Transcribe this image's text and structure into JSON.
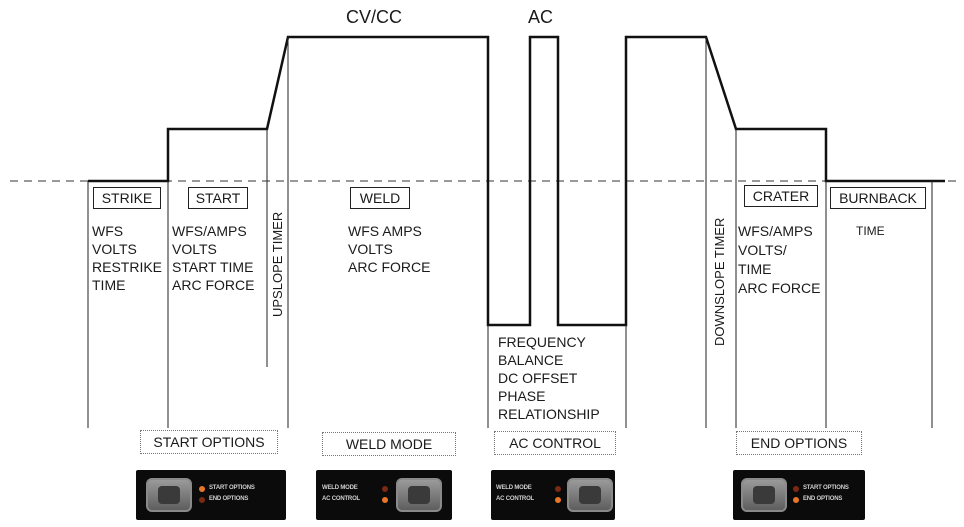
{
  "top_labels": {
    "cv_cc": "CV/CC",
    "ac": "AC"
  },
  "phases": {
    "strike": {
      "label": "STRIKE",
      "params": "WFS\nVOLTS\nRESTRIKE\nTIME"
    },
    "start": {
      "label": "START",
      "params": "WFS/AMPS\nVOLTS\nSTART TIME\nARC FORCE"
    },
    "upslope": {
      "label": "UPSLOPE TIMER"
    },
    "weld": {
      "label": "WELD",
      "params": "WFS AMPS\nVOLTS\nARC FORCE"
    },
    "ac": {
      "params": "FREQUENCY\nBALANCE\nDC OFFSET\nPHASE\nRELATIONSHIP"
    },
    "downslope": {
      "label": "DOWNSLOPE TIMER"
    },
    "crater": {
      "label": "CRATER",
      "params": "WFS/AMPS\nVOLTS/\nTIME\nARC FORCE"
    },
    "burnback": {
      "label": "BURNBACK",
      "params": "TIME"
    }
  },
  "options": {
    "start_options": "START OPTIONS",
    "weld_mode": "WELD MODE",
    "ac_control": "AC CONTROL",
    "end_options": "END OPTIONS"
  },
  "panels": {
    "start": {
      "line1": "START OPTIONS",
      "line2": "END OPTIONS"
    },
    "weld": {
      "line1": "WELD MODE",
      "line2": "AC CONTROL"
    },
    "ac": {
      "line1": "WELD MODE",
      "line2": "AC CONTROL"
    },
    "end": {
      "line1": "START OPTIONS",
      "line2": "END OPTIONS"
    }
  },
  "colors": {
    "waveform": "#111111",
    "baseline": "#999999",
    "led_on": "#e8762a",
    "led_off": "#7a2a12"
  }
}
